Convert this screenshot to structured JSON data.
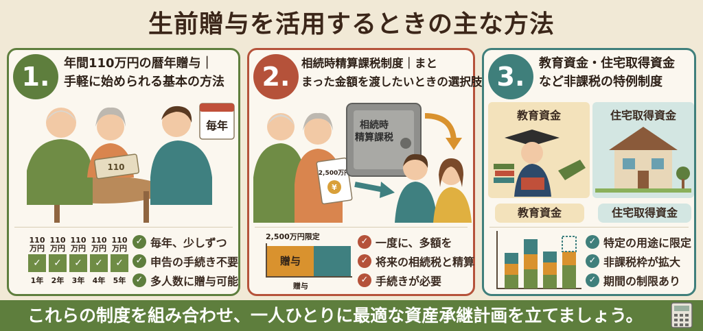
{
  "title": "生前贈与を活用するときの主な方法",
  "cards": [
    {
      "number": "1.",
      "heading_line1": "年間110万円の暦年贈与｜",
      "heading_line2": "手軽に始められる基本の方法",
      "calendar_label": "毎年",
      "bill_label": "110",
      "bar_label_top": "110",
      "bar_label_bottom": "万円",
      "years": [
        "1年",
        "2年",
        "3年",
        "4年",
        "5年"
      ],
      "checks": [
        "毎年、少しずつ",
        "申告の手続き不要",
        "多人数に贈与可能"
      ]
    },
    {
      "number": "2.",
      "heading_line1": "相続時精算課税制度｜まと",
      "heading_line2": "まった金額を渡したいときの選択肢",
      "safe_line1": "相続時",
      "safe_line2": "精算課税",
      "doc_amount": "2,500万円",
      "doc_symbol": "¥",
      "limit_label": "2,500万円限定",
      "bar_label": "贈与",
      "axis_label": "贈与",
      "checks": [
        "一度に、多額を",
        "将来の相続税と精算",
        "手続きが必要"
      ]
    },
    {
      "number": "3.",
      "heading_line1": "教育資金・住宅取得資金",
      "heading_line2": "など非課税の特例制度",
      "panel_left_title": "教育資金",
      "panel_right_title": "住宅取得資金",
      "label_left": "教育資金",
      "label_right": "住宅取得資金",
      "checks": [
        "特定の用途に限定",
        "非課税枠が拡大",
        "期間の制限あり"
      ]
    }
  ],
  "footer": "これらの制度を組み合わせ、一人ひとりに最適な資産承継計画を立てましょう。",
  "colors": {
    "green": "#5e7e3d",
    "red": "#b5523a",
    "teal": "#3f7f7b",
    "orange": "#d9922e",
    "background": "#f1e9d6"
  }
}
